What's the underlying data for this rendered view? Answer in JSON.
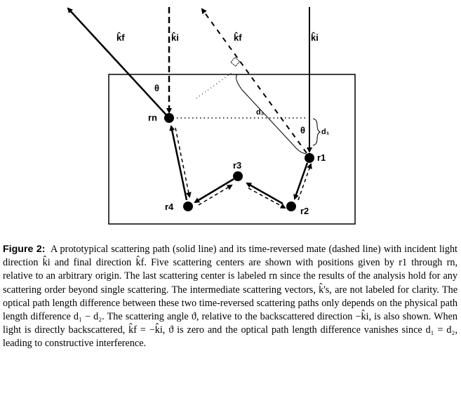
{
  "figure": {
    "labels": {
      "kf_solid": "k̂f",
      "ki_dashed": "k̂i",
      "kf_dashed": "k̂f",
      "ki_solid": "k̂i",
      "theta_left": "θ",
      "theta_right": "θ",
      "d2": "d₂",
      "d1": "d₁",
      "rn": "rn",
      "r1": "r1",
      "r2": "r2",
      "r3": "r3",
      "r4": "r4"
    }
  },
  "caption": {
    "label": "Figure 2:",
    "text": "A prototypical scattering path (solid line) and its time-reversed mate (dashed line) with incident light direction k̂i and final direction k̂f. Five scattering centers are shown with positions given by r1 through rn, relative to an arbitrary origin. The last scattering center is labeled rn since the results of the analysis hold for any scattering order beyond single scattering. The intermediate scattering vectors, k̂'s, are not labeled for clarity. The optical path length difference between these two time-reversed scattering paths only depends on the physical path length difference d₁ − d₂. The scattering angle ϑ, relative to the backscattered direction −k̂i, is also shown. When light is directly backscattered, k̂f = −k̂i, ϑ is zero and the optical path length difference vanishes since d₁ = d₂, leading to constructive interference."
  }
}
